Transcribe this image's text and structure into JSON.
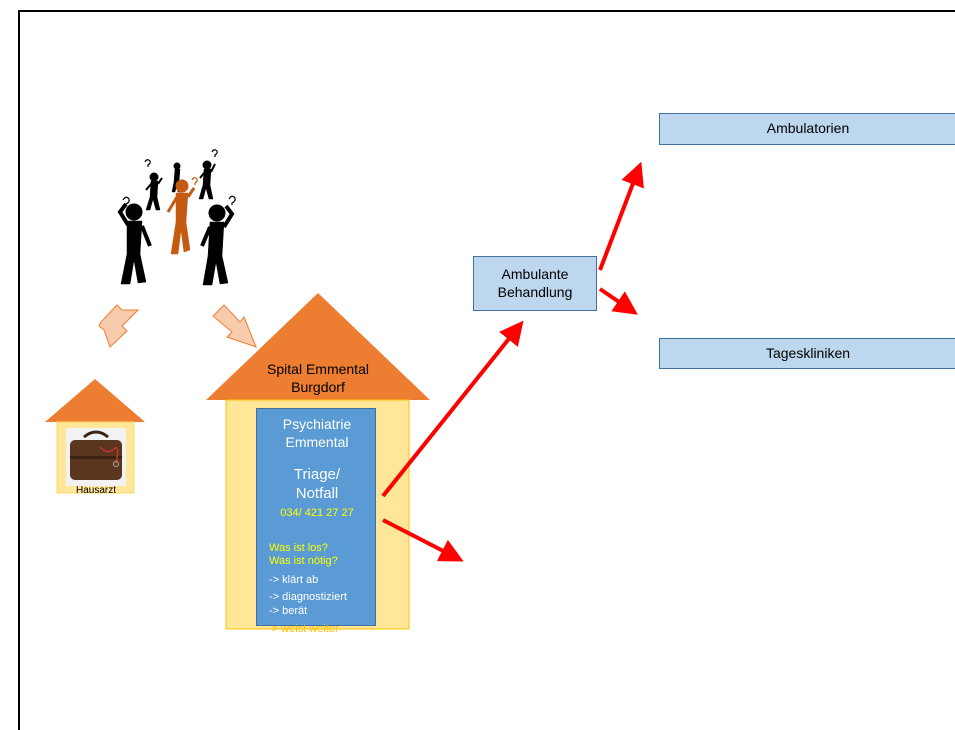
{
  "colors": {
    "roof": "#ed7d31",
    "house_body": "#ffe699",
    "inner_box": "#5b9bd5",
    "side_box": "#bdd7ee",
    "arrow_red": "#ff0000",
    "arrow_peach": "#f8cbad",
    "highlight_yellow": "#ffff00",
    "highlight_orange": "#ffc000"
  },
  "hausarzt": {
    "label": "Hausarzt",
    "icon": "doctor-bag-icon"
  },
  "spital": {
    "roof_line1": "Spital Emmental",
    "roof_line2": "Burgdorf",
    "psychiatrie_line1": "Psychiatrie",
    "psychiatrie_line2": "Emmental",
    "triage_line1": "Triage/",
    "triage_line2": "Notfall",
    "phone": "034/ 421 27 27",
    "q1": "Was ist los?",
    "q2": "Was ist nötig?",
    "actions": [
      "-> klärt ab",
      "-> diagnostiziert",
      "-> berät"
    ],
    "last_action": "-> weist weiter"
  },
  "ambulante": {
    "line1": "Ambulante",
    "line2": "Behandlung"
  },
  "ambulatorien": "Ambulatorien",
  "tageskliniken": "Tageskliniken",
  "people_icon": "confused-people-icon"
}
